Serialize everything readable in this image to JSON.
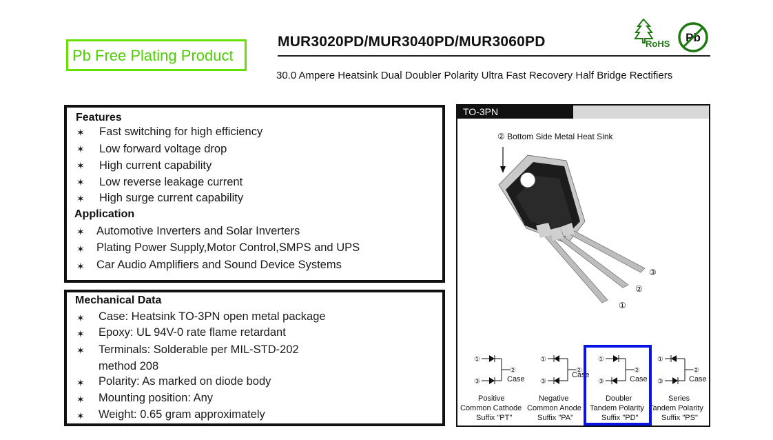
{
  "badge": {
    "label": "Pb Free Plating Product"
  },
  "header": {
    "title": "MUR3020PD/MUR3040PD/MUR3060PD",
    "subtitle": "30.0 Ampere Heatsink Dual Doubler Polarity Ultra Fast Recovery Half Bridge Rectifiers",
    "rohs_text": "RoHS",
    "pb_text": "Pb"
  },
  "features": {
    "heading": "Features",
    "items": [
      "Fast switching for high efficiency",
      "Low forward voltage drop",
      "High current capability",
      "Low reverse leakage current",
      "High surge current capability"
    ]
  },
  "application": {
    "heading": "Application",
    "items": [
      "Automotive Inverters and Solar Inverters",
      "Plating Power Supply,Motor Control,SMPS and UPS",
      "Car Audio Amplifiers and Sound Device Systems"
    ]
  },
  "mechanical": {
    "heading": "Mechanical Data",
    "items": [
      "Case: Heatsink TO-3PN open metal package",
      "Epoxy: UL 94V-0 rate flame retardant",
      "Terminals: Solderable per MIL-STD-202",
      "method 208",
      "Polarity: As marked on diode body",
      "Mounting position: Any",
      "Weight: 0.65 gram approximately"
    ]
  },
  "package": {
    "name": "TO-3PN",
    "heatsink_label": "② Bottom Side Metal Heat Sink",
    "pins": [
      "①",
      "②",
      "③"
    ],
    "variants": [
      {
        "line1": "Positive",
        "line2": "Common Cathode",
        "line3": "Suffix \"PT\"",
        "case": "Case"
      },
      {
        "line1": "Negative",
        "line2": "Common Anode",
        "line3": "Suffix \"PA\"",
        "case": "Case"
      },
      {
        "line1": "Doubler",
        "line2": "Tandem Polarity",
        "line3": "Suffix \"PD\"",
        "case": "Case"
      },
      {
        "line1": "Series",
        "line2": "Tandem Polarity",
        "line3": "Suffix \"PS\"",
        "case": "Case"
      }
    ]
  },
  "colors": {
    "badge_green": "#66e000",
    "highlight_blue": "#0a12e6",
    "rohs_green": "#1e7a10"
  }
}
